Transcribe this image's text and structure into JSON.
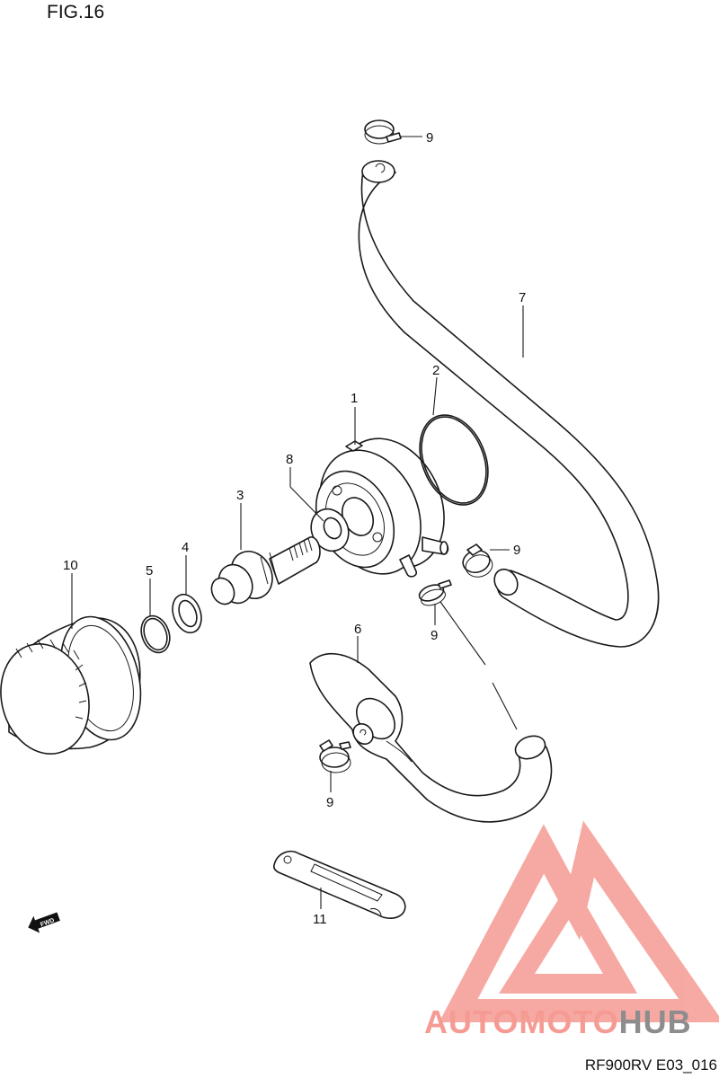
{
  "header": {
    "figure_label": "FIG.16"
  },
  "footer": {
    "drawing_code": "RF900RV E03_016"
  },
  "callouts": {
    "c1": "1",
    "c2": "2",
    "c3": "3",
    "c4": "4",
    "c5": "5",
    "c6": "6",
    "c7": "7",
    "c8": "8",
    "c9a": "9",
    "c9b": "9",
    "c9c": "9",
    "c9d": "9",
    "c10": "10",
    "c11": "11"
  },
  "direction_marker": {
    "label": "FWD"
  },
  "watermark": {
    "text_part1": "AUTOMOTO",
    "text_part2": "HUB",
    "color_primary": "#f59b93",
    "color_secondary": "#8d8d8d"
  }
}
